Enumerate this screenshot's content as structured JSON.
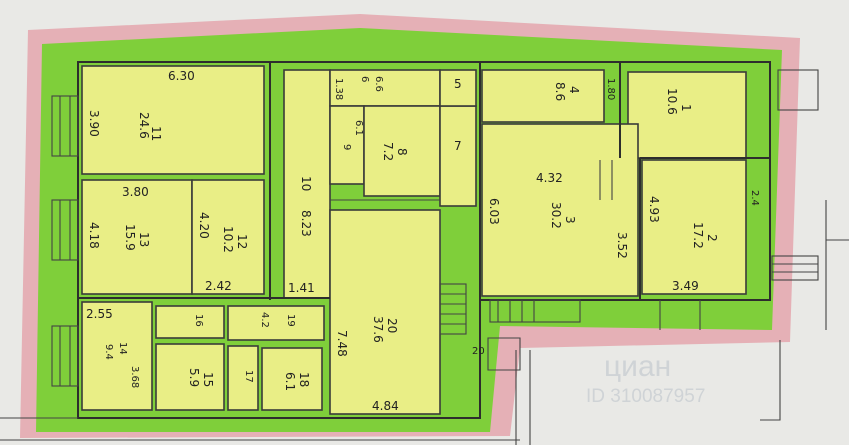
{
  "colors": {
    "outline": "#e4a6ad",
    "highlight": "#7fcf3a",
    "room_fill": "#e9ee86",
    "wall": "#2d2d2d",
    "paper": "#e9e9e6"
  },
  "rooms": {
    "r11": {
      "num": "11",
      "area": "24.6",
      "dim_top": "6.30",
      "dim_side": "3.90"
    },
    "r13": {
      "num": "13",
      "area": "15.9",
      "dim_top": "3.80",
      "dim_side": "4.18"
    },
    "r12": {
      "num": "12",
      "area": "10.2",
      "dim_side": "4.20",
      "dim_bottom": "2.42"
    },
    "r10": {
      "num": "10",
      "area": "8.23",
      "dim_bottom": "1.41"
    },
    "r6": {
      "num": "6",
      "area": "6.6",
      "dim": "1.38"
    },
    "r9": {
      "num": "9",
      "area": "6.1"
    },
    "r8": {
      "num": "8",
      "area": "7.2"
    },
    "r7": {
      "num": "7"
    },
    "r5": {
      "num": "5"
    },
    "r4": {
      "num": "4",
      "area": "8.6"
    },
    "r1": {
      "num": "1",
      "area": "10.6",
      "dim": "1.80"
    },
    "r3": {
      "num": "3",
      "area": "30.2",
      "dim_top": "4.32",
      "dim_left": "6.03",
      "dim_right": "3.52"
    },
    "r2": {
      "num": "2",
      "area": "17.2",
      "dim_side": "4.93",
      "dim_bottom": "3.49",
      "dim_small": "2.4"
    },
    "r20": {
      "num": "20",
      "area": "37.6",
      "dim_side": "7.48",
      "dim_bottom": "4.84"
    },
    "r14": {
      "num": "14",
      "area": "9.4",
      "dim_top": "2.55",
      "dim_side": "3.68"
    },
    "r16": {
      "num": "16"
    },
    "r19": {
      "num": "19",
      "area": "4.2"
    },
    "r15": {
      "num": "15",
      "area": "5.9"
    },
    "r17": {
      "num": "17"
    },
    "r18": {
      "num": "18",
      "area": "6.1"
    },
    "step": {
      "label": "20"
    }
  },
  "watermark": {
    "brand": "циан",
    "id_text": "ID 310087957"
  }
}
